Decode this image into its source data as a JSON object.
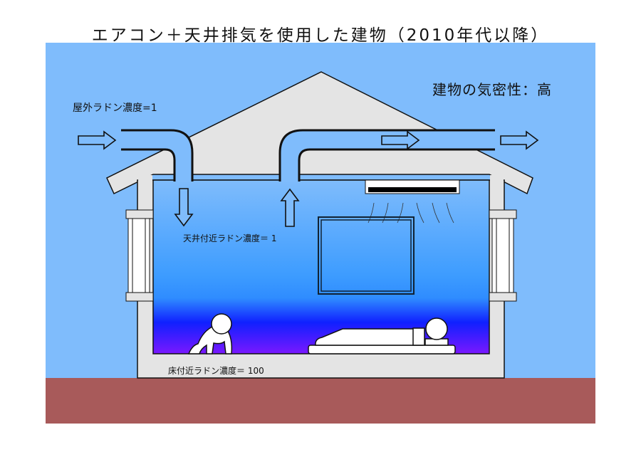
{
  "title": "エアコン＋天井排気を使用した建物（2010年代以降）",
  "labels": {
    "outdoor_radon": "屋外ラドン濃度=1",
    "airtightness": "建物の気密性：高",
    "ceiling_radon": "天井付近ラドン濃度＝ 1",
    "floor_radon": "床付近ラドン濃度＝ 100"
  },
  "colors": {
    "sky": "#7fbcfc",
    "ground": "#a85a5a",
    "structure": "#e4e4e4",
    "room_top": "#7fbcfc",
    "room_mid": "#3d9cff",
    "room_low": "#1020ff",
    "room_floor": "#7a18ff"
  }
}
